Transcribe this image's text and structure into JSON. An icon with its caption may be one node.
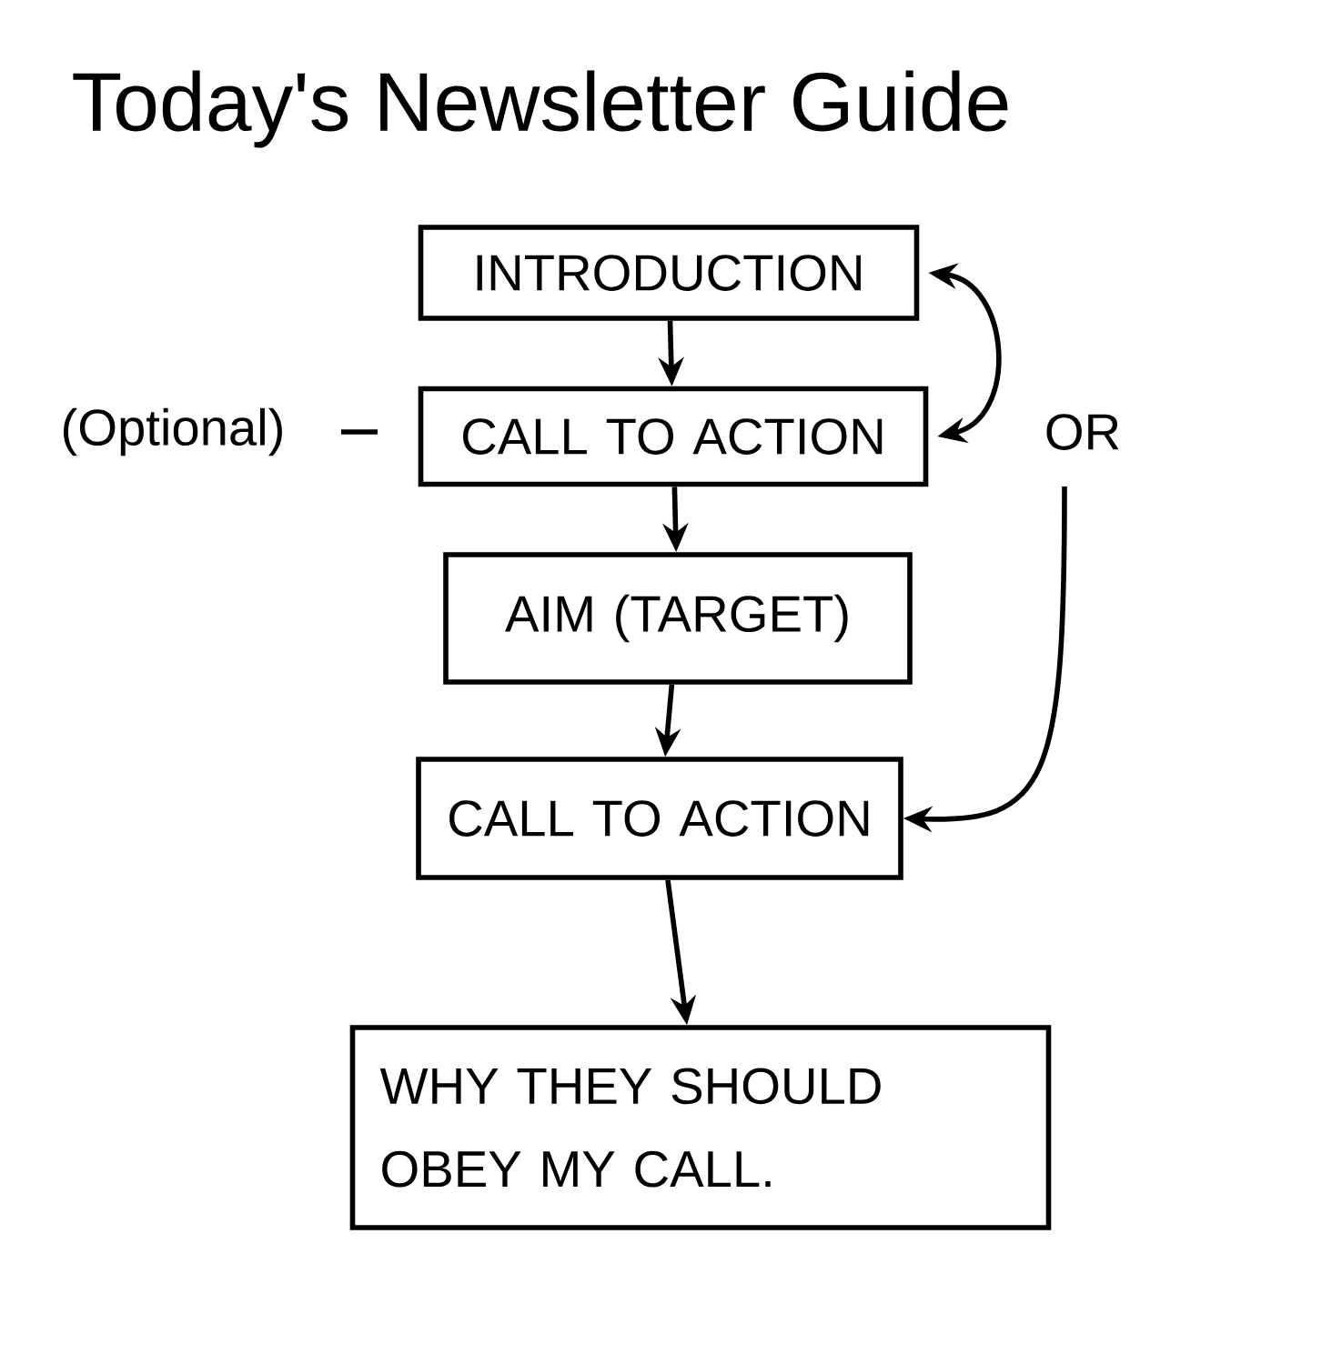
{
  "diagram": {
    "title": "Today's Newsletter Guide",
    "nodes": [
      {
        "text": [
          "INTRODUCTION"
        ]
      },
      {
        "text": [
          "CALL TO ACTION"
        ],
        "beside": [
          "(Optional)"
        ]
      },
      {
        "text": [
          "AIM (TARGET)"
        ]
      },
      {
        "text": [
          "CALL TO ACTION"
        ]
      },
      {
        "text": [
          "WHY THEY SHOULD OBEY MY CALL."
        ]
      }
    ],
    "edges": [
      {
        "from": 0,
        "to": 1,
        "arrow": "to"
      },
      {
        "from": 1,
        "to": 2,
        "arrow": "to"
      },
      {
        "from": 2,
        "to": 3,
        "arrow": "to"
      },
      {
        "from": 3,
        "to": 4,
        "arrow": "to"
      },
      {
        "from": 0,
        "to": 1,
        "arrow": "both"
      },
      {
        "from": null,
        "to": 3,
        "arrow": "to",
        "label": "OR"
      }
    ]
  }
}
